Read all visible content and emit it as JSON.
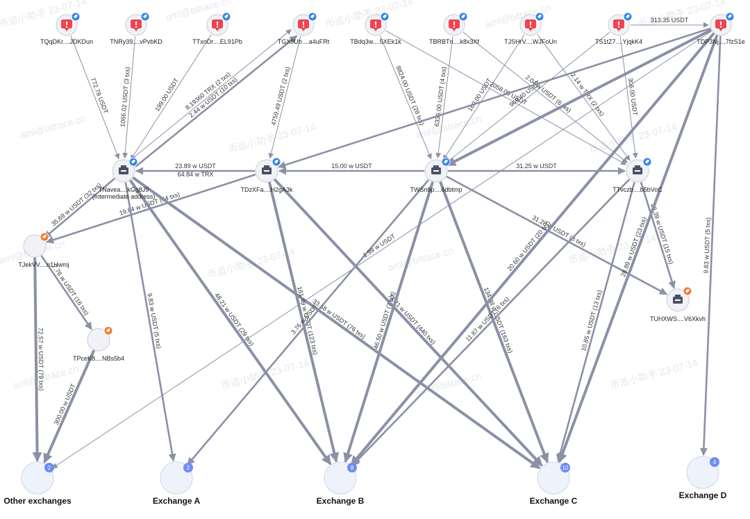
{
  "watermark": {
    "text": "币追小助手 23-07-14",
    "url_text": "aml@bitrace.cn"
  },
  "colors": {
    "edge": "#8a90a6",
    "risk": "#ef4451",
    "tag_blue": "#2f86ee",
    "tag_orange": "#f2792d",
    "node_fill": "#f1f2f6",
    "node_stroke": "#cfd3dc",
    "exchange_fill": "#eef2fb",
    "exchange_stroke": "#d4dbee",
    "badge": "#6f8cf2"
  },
  "nodes": [
    {
      "id": "tqq",
      "label": "TQqDKr....JDKDun",
      "kind": "risk",
      "tag": "blue"
    },
    {
      "id": "tnr",
      "label": "TNRy39....vPvbKD",
      "kind": "risk",
      "tag": "blue"
    },
    {
      "id": "ttx",
      "label": "TTxnDr....EL91Pb",
      "kind": "risk",
      "tag": "blue"
    },
    {
      "id": "tgx",
      "label": "TGX8Ub....a4uFRt",
      "kind": "risk",
      "tag": "blue"
    },
    {
      "id": "tbd",
      "label": "TBdq3w....5XEk1k",
      "kind": "risk",
      "tag": "blue"
    },
    {
      "id": "tbr",
      "label": "TBRBTn....k8x3Xf",
      "kind": "risk",
      "tag": "blue"
    },
    {
      "id": "tjs",
      "label": "TJSHrV....WJFoUn",
      "kind": "risk",
      "tag": "blue"
    },
    {
      "id": "tsz",
      "label": "TS1tZ7....YjqkK4",
      "kind": "risk",
      "tag": "blue"
    },
    {
      "id": "tdp",
      "label": "TDP3Nj....7fzS1e",
      "kind": "risk",
      "tag": "blue"
    },
    {
      "id": "tna",
      "label": "TNavea....kGg8J9",
      "sublabel": "(Intermediate address)",
      "kind": "hub",
      "tag": "blue"
    },
    {
      "id": "tdz",
      "label": "TDzXFa....H2gA3k",
      "kind": "hub",
      "tag": "blue"
    },
    {
      "id": "tws",
      "label": "TWSn8p....6dbtmp",
      "kind": "hub",
      "tag": "blue"
    },
    {
      "id": "ttv",
      "label": "TTvczb....b5bVoC",
      "kind": "hub",
      "tag": "blue"
    },
    {
      "id": "tuh",
      "label": "TUHXWS....V6Xkvh",
      "kind": "hub",
      "tag": "orange"
    },
    {
      "id": "tje",
      "label": "TJekVV....n1Hwmj",
      "kind": "plain",
      "tag": "orange"
    },
    {
      "id": "tpc",
      "label": "TPceK8....NBs5b4",
      "kind": "plain",
      "tag": "orange"
    },
    {
      "id": "ex_other",
      "label": "Other exchanges",
      "kind": "exchange",
      "badge": "2"
    },
    {
      "id": "ex_a",
      "label": "Exchange A",
      "kind": "exchange",
      "badge": "2"
    },
    {
      "id": "ex_b",
      "label": "Exchange B",
      "kind": "exchange",
      "badge": "8"
    },
    {
      "id": "ex_c",
      "label": "Exchange C",
      "kind": "exchange",
      "badge": "10"
    },
    {
      "id": "ex_d",
      "label": "Exchange D",
      "kind": "exchange",
      "badge": "4"
    }
  ],
  "edges": [
    {
      "from": "tqq",
      "to": "tna",
      "label": "772.78 USDT",
      "weight": 1
    },
    {
      "from": "tnr",
      "to": "tna",
      "label": "1066.02 USDT (3 txs)",
      "weight": 1
    },
    {
      "from": "ttx",
      "to": "tna",
      "label": "199.00 USDT",
      "weight": 1
    },
    {
      "from": "tna",
      "to": "tgx",
      "label": "8.19360 TRX (2 txs)",
      "weight": 1
    },
    {
      "from": "tna",
      "to": "tgx",
      "label": "2.44 w USDT (10 txs)",
      "weight": 2
    },
    {
      "from": "tgx",
      "to": "tdz",
      "label": "4759.49 USDT (2 txs)",
      "weight": 1
    },
    {
      "from": "tbd",
      "to": "tws",
      "label": "8824.00 USDT (28 txs)",
      "weight": 1
    },
    {
      "from": "tbr",
      "to": "tws",
      "label": "6336.00 USDT (4 txs)",
      "weight": 1
    },
    {
      "from": "tjs",
      "to": "tws",
      "label": "160.00 USDT",
      "weight": 1
    },
    {
      "from": "tsz",
      "to": "tws",
      "label": "969.40 USDT",
      "weight": 1
    },
    {
      "from": "tbd",
      "to": "ttv",
      "label": "2058.00 USDT",
      "weight": 1
    },
    {
      "from": "tbr",
      "to": "ttv",
      "label": "2.04 w USDT (6 txs)",
      "weight": 1
    },
    {
      "from": "tjs",
      "to": "ttv",
      "label": "2.14 w TRX (2 txs)",
      "weight": 1
    },
    {
      "from": "tsz",
      "to": "ttv",
      "label": "306.00 USDT",
      "weight": 1
    },
    {
      "from": "tsz",
      "to": "tdp",
      "label": "313.35 USDT",
      "weight": 1
    },
    {
      "from": "tdz",
      "to": "tna",
      "label": "23.89 w USDT",
      "label2": "64.84 w TRX",
      "weight": 2
    },
    {
      "from": "tws",
      "to": "tdz",
      "label": "15.00 w USDT",
      "weight": 2
    },
    {
      "from": "tws",
      "to": "ttv",
      "label": "31.25 w USDT",
      "weight": 2
    },
    {
      "from": "tna",
      "to": "tje",
      "label": "35.69 w USDT (32 txs)",
      "weight": 2
    },
    {
      "from": "tdz",
      "to": "tje",
      "label": "19.84 w USDT (44 txs)",
      "weight": 2
    },
    {
      "from": "tje",
      "to": "tpc",
      "label": "7.76 w USDT (16 txs)",
      "weight": 2
    },
    {
      "from": "tje",
      "to": "ex_other",
      "label": "72.57 w USDT (79 txs)",
      "weight": 3
    },
    {
      "from": "tpc",
      "to": "ex_other",
      "label": "300.00 w USDT",
      "weight": 3
    },
    {
      "from": "tna",
      "to": "ex_a",
      "label": "9.83 w USDT (5 txs)",
      "weight": 2
    },
    {
      "from": "tna",
      "to": "ex_b",
      "label": "48.21 w USDT (29 txs)",
      "weight": 3
    },
    {
      "from": "tna",
      "to": "ex_c",
      "label": "33.68 w USDT (76 txs)",
      "weight": 3
    },
    {
      "from": "tdz",
      "to": "ex_b",
      "label": "161.49 w USDT (123 txs)",
      "weight": 3
    },
    {
      "from": "tdz",
      "to": "ex_c",
      "label": "73.21 w USDT (440 txs)",
      "weight": 3
    },
    {
      "from": "tws",
      "to": "ex_a",
      "label": "3.76 w USDT",
      "weight": 2
    },
    {
      "from": "tws",
      "to": "ex_b",
      "label": "46.50 w USDT (7 txs)",
      "weight": 3
    },
    {
      "from": "tws",
      "to": "ex_c",
      "label": "134.88 w USDT (163 txs)",
      "weight": 3
    },
    {
      "from": "tws",
      "to": "tuh",
      "label": "31.28 w USDT (8 txs)",
      "weight": 2
    },
    {
      "from": "ttv",
      "to": "ex_b",
      "label": "11.87 w USDT (6 txs)",
      "weight": 2
    },
    {
      "from": "ttv",
      "to": "ex_c",
      "label": "10.85 w USDT (13 txs)",
      "weight": 2
    },
    {
      "from": "ttv",
      "to": "tuh",
      "label": "28.39 w USDT (15 txs)",
      "weight": 2
    },
    {
      "from": "tdp",
      "to": "ex_other",
      "label": "1.99 w USDT",
      "weight": 1
    },
    {
      "from": "tdp",
      "to": "ex_b",
      "label": "20.60 w USDT (20 txs)",
      "weight": 3
    },
    {
      "from": "tdp",
      "to": "ex_c",
      "label": "28.89 w USDT (23 txs)",
      "weight": 3
    },
    {
      "from": "tdp",
      "to": "ex_d",
      "label": "9.83 w USDT (5 txs)",
      "weight": 2
    },
    {
      "from": "tdp",
      "to": "tws",
      "label": "",
      "weight": 3
    },
    {
      "from": "tdp",
      "to": "tdz",
      "label": "",
      "weight": 2
    }
  ]
}
